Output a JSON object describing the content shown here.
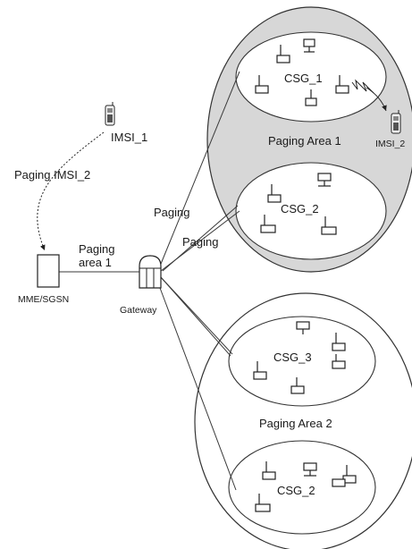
{
  "labels": {
    "imsi_1": "IMSI_1",
    "imsi_2": "IMSI_2",
    "paging_imsi_2": "Paging IMSI_2",
    "paging_area_1_line1": "Paging",
    "paging_area_1_line2": "area 1",
    "mme_sgsn": "MME/SGSN",
    "gateway": "Gateway",
    "paging_top": "Paging",
    "paging_mid": "Paging",
    "paging_area_1": "Paging Area 1",
    "paging_area_2": "Paging Area 2",
    "csg_1": "CSG_1",
    "csg_2_upper": "CSG_2",
    "csg_3": "CSG_3",
    "csg_2_lower": "CSG_2"
  },
  "colors": {
    "paging_area_1_fill": "#d7d7d7",
    "csg_fill": "#ffffff",
    "line": "#3a3a3a"
  },
  "icons": {
    "access_point": "small-cell-icon",
    "phone": "mobile-phone-icon",
    "gateway": "gateway-icon",
    "mme": "mme-sgsn-icon"
  }
}
